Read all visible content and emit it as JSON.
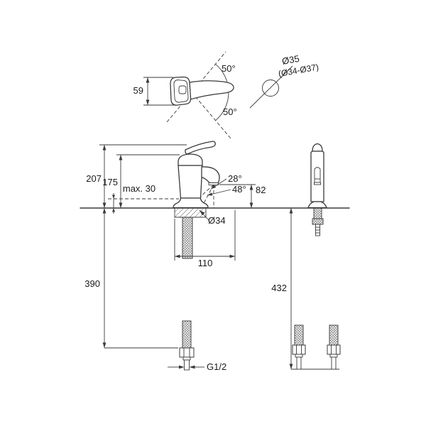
{
  "page": {
    "background": "#ffffff"
  },
  "drawing": {
    "line_color": "#3a3a3a",
    "text_color": "#1a1a1a",
    "handle_view": {
      "height_label": "59",
      "swivel_up_label": "50°",
      "swivel_down_label": "50°"
    },
    "hole_spec": {
      "diameter_label": "Ø35",
      "range_label": "(Ø34-Ø37)"
    },
    "front_view": {
      "total_height_label": "207",
      "body_height_label": "175",
      "deck_thickness_label": "max. 30",
      "stream_angle_inner_label": "28°",
      "stream_angle_outer_label": "48°",
      "outlet_height_label": "82",
      "base_diameter_label": "Ø34",
      "projection_label": "110"
    },
    "installation": {
      "left_hose_length_label": "390",
      "right_hose_length_label": "432",
      "thread_label": "G1/2"
    }
  }
}
